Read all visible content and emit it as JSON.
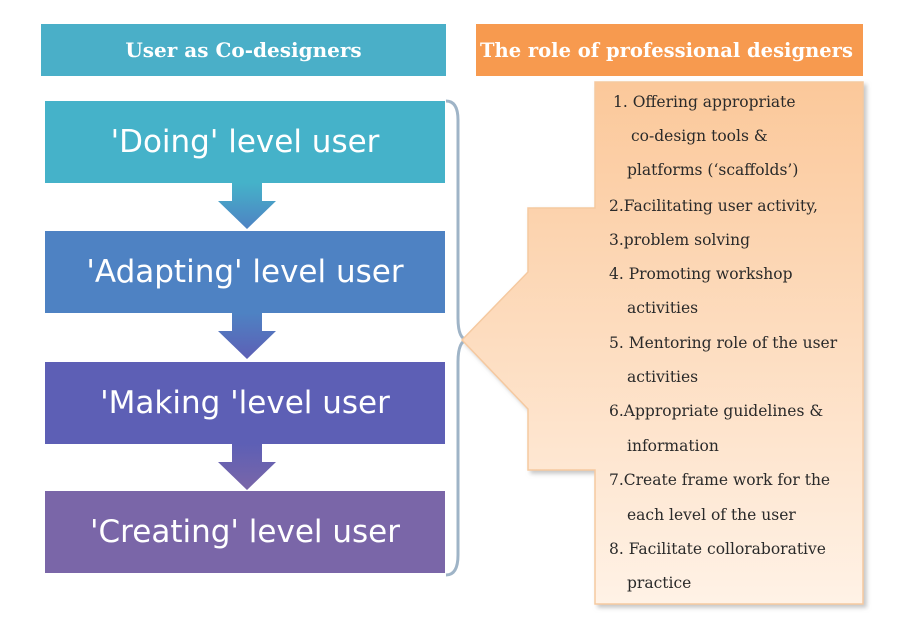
{
  "headers": {
    "left": "User as Co-designers",
    "right": "The role of professional designers"
  },
  "levels": [
    "'Doing' level user",
    "'Adapting' level user",
    "'Making 'level user",
    "'Creating' level user"
  ],
  "roles": [
    {
      "lines": [
        "1. Offering appropriate",
        "co-design tools &",
        "platforms (‘scaffolds’)"
      ]
    },
    {
      "lines": [
        "2.Facilitating user activity,"
      ]
    },
    {
      "lines": [
        "3.problem solving"
      ]
    },
    {
      "lines": [
        "4. Promoting workshop",
        "activities"
      ]
    },
    {
      "lines": [
        "5.  Mentoring role of the user",
        "activities"
      ]
    },
    {
      "lines": [
        "6.Appropriate guidelines &",
        "information"
      ]
    },
    {
      "lines": [
        "7.Create frame work  for the",
        "each level of the user"
      ]
    },
    {
      "lines": [
        "8. Facilitate colloraborative",
        "practice"
      ]
    }
  ],
  "colors": {
    "header_left": "#4aafc8",
    "header_right": "#f79a4f",
    "doing": "#45b2c9",
    "adapting": "#4e82c3",
    "making": "#5d5fb5",
    "creating": "#7a66a8",
    "callout_light": "#fff2e6",
    "callout_dark": "#fbc89a"
  }
}
